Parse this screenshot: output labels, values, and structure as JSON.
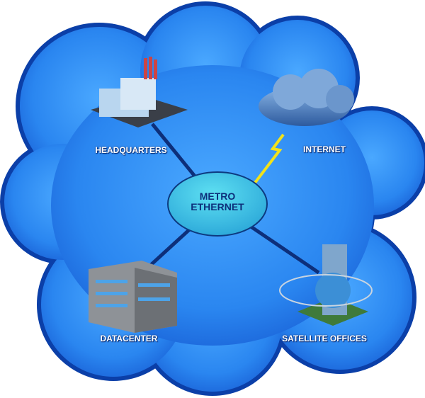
{
  "center": {
    "line1": "METRO",
    "line2": "ETHERNET"
  },
  "nodes": {
    "headquarters": "HEADQUARTERS",
    "internet": "INTERNET",
    "datacenter": "DATACENTER",
    "satellite": "SATELLITE OFFICES"
  },
  "colors": {
    "cloud": "#2f8cf0",
    "outline": "#0b3fa8",
    "hub": "#40c8e8",
    "link": "#0d2f7a"
  }
}
